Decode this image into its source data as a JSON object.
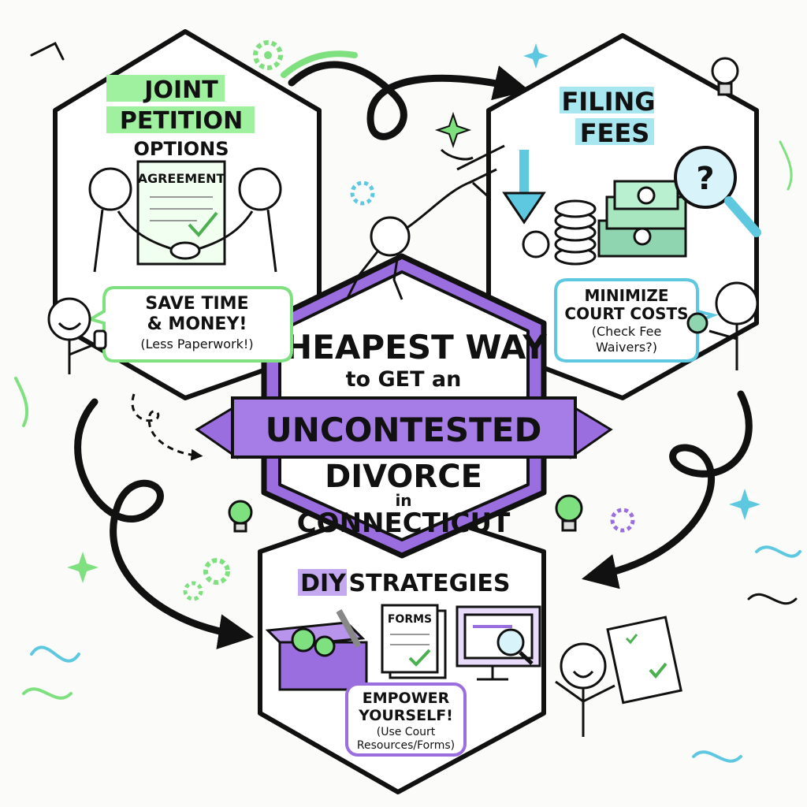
{
  "center": {
    "line1": "CHEAPEST WAY",
    "line2": "to GET an",
    "banner": "UNCONTESTED",
    "line3": "DIVORCE",
    "line4": "in",
    "line5": "CONNECTICUT"
  },
  "joint": {
    "title_line1": "JOINT",
    "title_line2": "PETITION",
    "title_line3": "OPTIONS",
    "doc_label": "AGREEMENT",
    "bubble_line1": "SAVE TIME",
    "bubble_line2": "& MONEY!",
    "bubble_line3": "(Less Paperwork!)"
  },
  "fees": {
    "title_line1": "FILING",
    "title_line2": "FEES",
    "bubble_line1": "MINIMIZE",
    "bubble_line2": "COURT COSTS",
    "bubble_line3": "(Check Fee",
    "bubble_line4": "Waivers?)"
  },
  "diy": {
    "title_part1": "DIY",
    "title_part2": "STRATEGIES",
    "forms_label": "FORMS",
    "bubble_line1": "EMPOWER",
    "bubble_line2": "YOURSELF!",
    "bubble_line3": "(Use Court",
    "bubble_line4": "Resources/Forms)"
  },
  "colors": {
    "green": "#7ee07e",
    "purple": "#9b6ee0",
    "blue": "#5ec8e0",
    "ink": "#111111"
  }
}
